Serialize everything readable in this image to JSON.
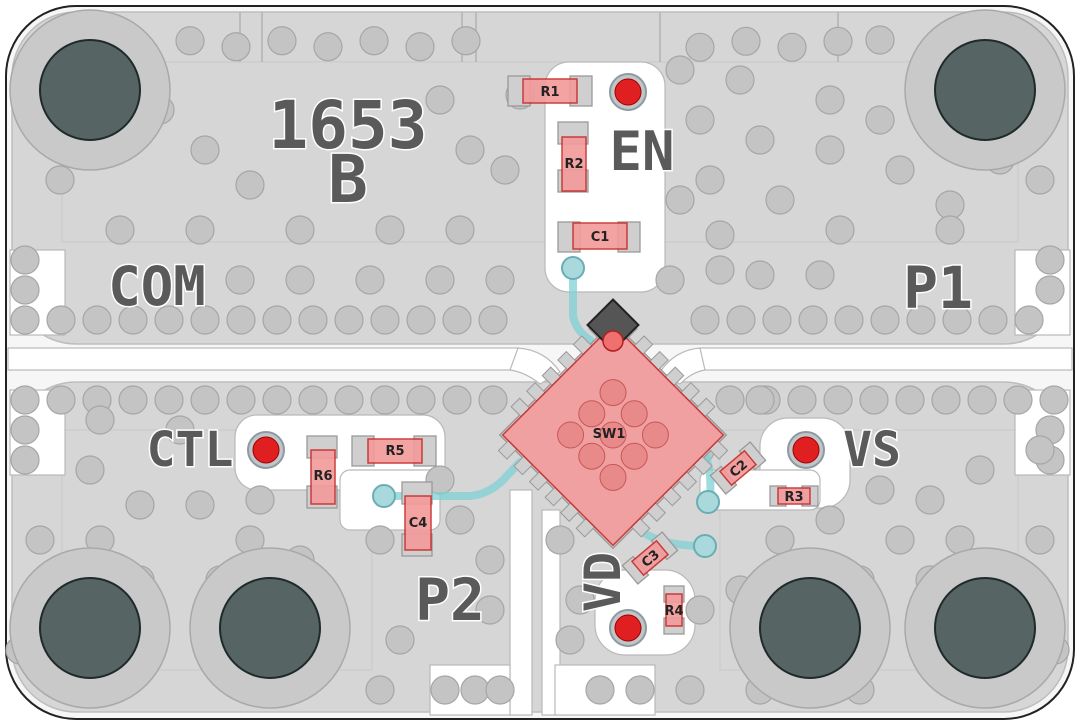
{
  "board": {
    "part_number": "1653",
    "revision": "B"
  },
  "silkscreen": {
    "com": "COM",
    "p1": "P1",
    "p2": "P2",
    "en": "EN",
    "ctl": "CTL",
    "vs": "VS",
    "vd": "VD"
  },
  "components": {
    "sw1": "SW1",
    "r1": "R1",
    "r2": "R2",
    "r3": "R3",
    "r4": "R4",
    "r5": "R5",
    "r6": "R6",
    "c1": "C1",
    "c2": "C2",
    "c3": "C3",
    "c4": "C4"
  },
  "colors": {
    "copper": "#d6d6d6",
    "component_body": "#f39a9a",
    "component_outline": "#c72b2b",
    "trace": "#7fd0d6",
    "mounting_hole": "#566464",
    "test_point": "#e02020",
    "silkscreen": "#5a5a5a"
  }
}
